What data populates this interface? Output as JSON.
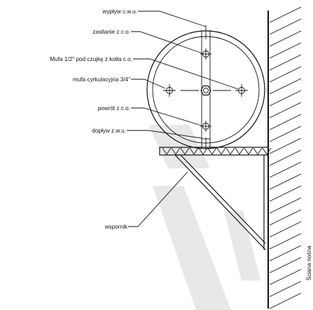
{
  "labels": {
    "wyplyw": "wypływ c.w.u.",
    "zasilanie": "zasilanie  z  c.o.",
    "mufa_czujka": "Mufa 1/2\" pod czujkę z kotła c.o.",
    "mufa_cyrk": "mufa  cyrkulacyjna  3/4\"",
    "powrot": "powrót  z  c.o.",
    "doplyw": "dopływ z.w.u.",
    "wspornik": "wspornik",
    "sciana": "Ściana  nośna"
  }
}
